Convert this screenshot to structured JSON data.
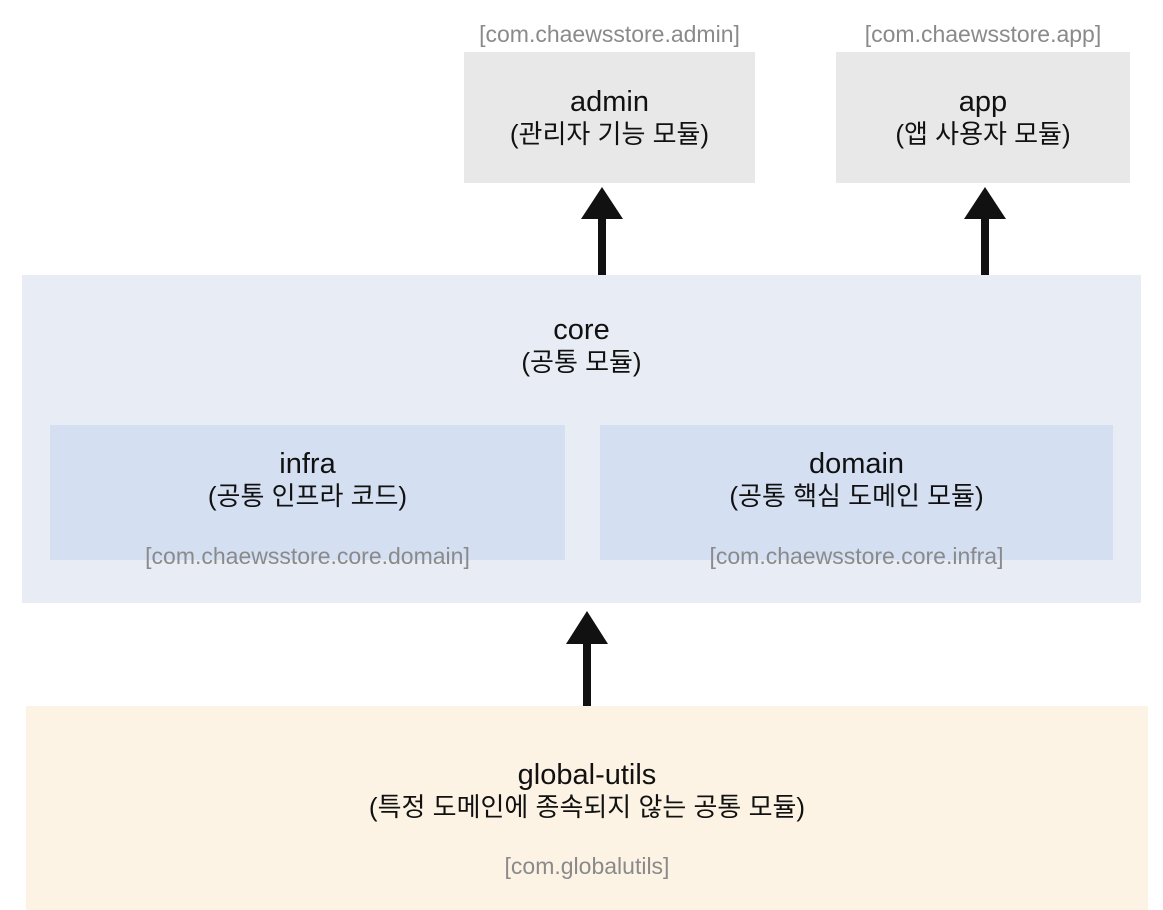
{
  "diagram": {
    "title": "chaewsstore module dependency diagram",
    "colors": {
      "top_module_fill": "#e8e8e8",
      "core_fill": "#e8edf5",
      "sub_module_fill": "#d4dff2",
      "global_utils_fill": "#fdf3e4",
      "arrow": "#111111",
      "package_label": "#8a8a8a",
      "text": "#111111",
      "background": "#ffffff"
    }
  },
  "nodes": {
    "admin": {
      "package": "[com.chaewsstore.admin]",
      "title": "admin",
      "subtitle": "(관리자 기능 모듈)"
    },
    "app": {
      "package": "[com.chaewsstore.app]",
      "title": "app",
      "subtitle": "(앱 사용자 모듈)"
    },
    "core": {
      "title": "core",
      "subtitle": "(공통 모듈)"
    },
    "infra": {
      "title": "infra",
      "subtitle": "(공통 인프라 코드)",
      "package": "[com.chaewsstore.core.domain]"
    },
    "domain": {
      "title": "domain",
      "subtitle": "(공통 핵심 도메인 모듈)",
      "package": "[com.chaewsstore.core.infra]"
    },
    "global_utils": {
      "title": "global-utils",
      "subtitle": "(특정 도메인에 종속되지 않는 공통 모듈)",
      "package": "[com.globalutils]"
    }
  },
  "arrows": [
    {
      "id": "core-to-admin",
      "from": "core",
      "to": "admin",
      "direction": "up"
    },
    {
      "id": "core-to-app",
      "from": "core",
      "to": "app",
      "direction": "up"
    },
    {
      "id": "global-utils-to-core",
      "from": "global-utils",
      "to": "core",
      "direction": "up"
    }
  ]
}
